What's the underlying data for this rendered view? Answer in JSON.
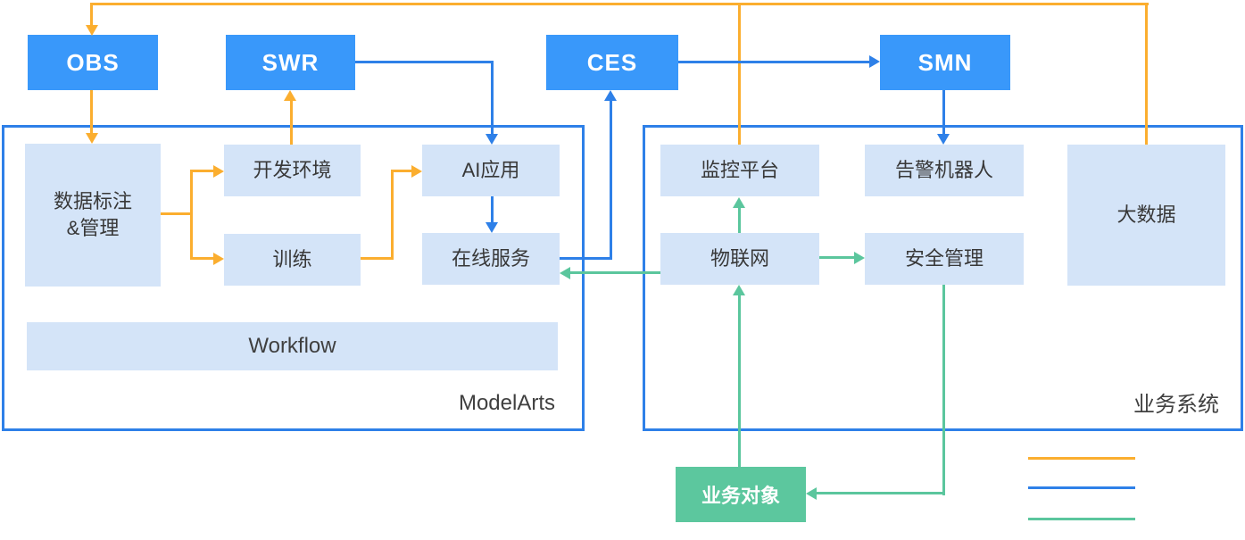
{
  "services": {
    "obs": "OBS",
    "swr": "SWR",
    "ces": "CES",
    "smn": "SMN"
  },
  "modelarts": {
    "container_label": "ModelArts",
    "nodes": {
      "data_mgmt_line1": "数据标注",
      "data_mgmt_line2": "&管理",
      "dev_env": "开发环境",
      "training": "训练",
      "ai_app": "AI应用",
      "online_service": "在线服务",
      "workflow": "Workflow"
    }
  },
  "business_system": {
    "container_label": "业务系统",
    "nodes": {
      "monitoring_platform": "监控平台",
      "alarm_robot": "告警机器人",
      "iot": "物联网",
      "security_mgmt": "安全管理",
      "big_data": "大数据"
    }
  },
  "business_object": {
    "label": "业务对象"
  },
  "colors": {
    "service_box_fill": "#3998FA",
    "node_fill": "#D4E4F8",
    "container_border": "#2E80E8",
    "flow_orange": "#FBAE2F",
    "flow_blue": "#2E80E8",
    "flow_green": "#5BC69D",
    "business_object_fill": "#5CC79E"
  },
  "edges": [
    {
      "from": "大数据",
      "to": "OBS",
      "color": "orange"
    },
    {
      "from": "监控平台",
      "to": "OBS",
      "color": "orange"
    },
    {
      "from": "OBS",
      "to": "数据标注&管理",
      "color": "orange"
    },
    {
      "from": "数据标注&管理",
      "to": "开发环境",
      "color": "orange"
    },
    {
      "from": "数据标注&管理",
      "to": "训练",
      "color": "orange"
    },
    {
      "from": "开发环境",
      "to": "SWR",
      "color": "orange"
    },
    {
      "from": "训练",
      "to": "AI应用",
      "color": "orange"
    },
    {
      "from": "SWR",
      "to": "AI应用",
      "color": "blue"
    },
    {
      "from": "AI应用",
      "to": "在线服务",
      "color": "blue"
    },
    {
      "from": "在线服务",
      "to": "CES",
      "color": "blue"
    },
    {
      "from": "CES",
      "to": "SMN",
      "color": "blue"
    },
    {
      "from": "SMN",
      "to": "告警机器人",
      "color": "blue"
    },
    {
      "from": "物联网",
      "to": "在线服务",
      "color": "green"
    },
    {
      "from": "物联网",
      "to": "监控平台",
      "color": "green"
    },
    {
      "from": "物联网",
      "to": "安全管理",
      "color": "green"
    },
    {
      "from": "业务对象",
      "to": "物联网",
      "color": "green"
    },
    {
      "from": "安全管理",
      "to": "业务对象",
      "color": "green"
    }
  ],
  "legend": {
    "items": [
      {
        "name": "orange-flow",
        "color": "#FBAE2F"
      },
      {
        "name": "blue-flow",
        "color": "#2E80E8"
      },
      {
        "name": "green-flow",
        "color": "#5BC69D"
      }
    ]
  }
}
